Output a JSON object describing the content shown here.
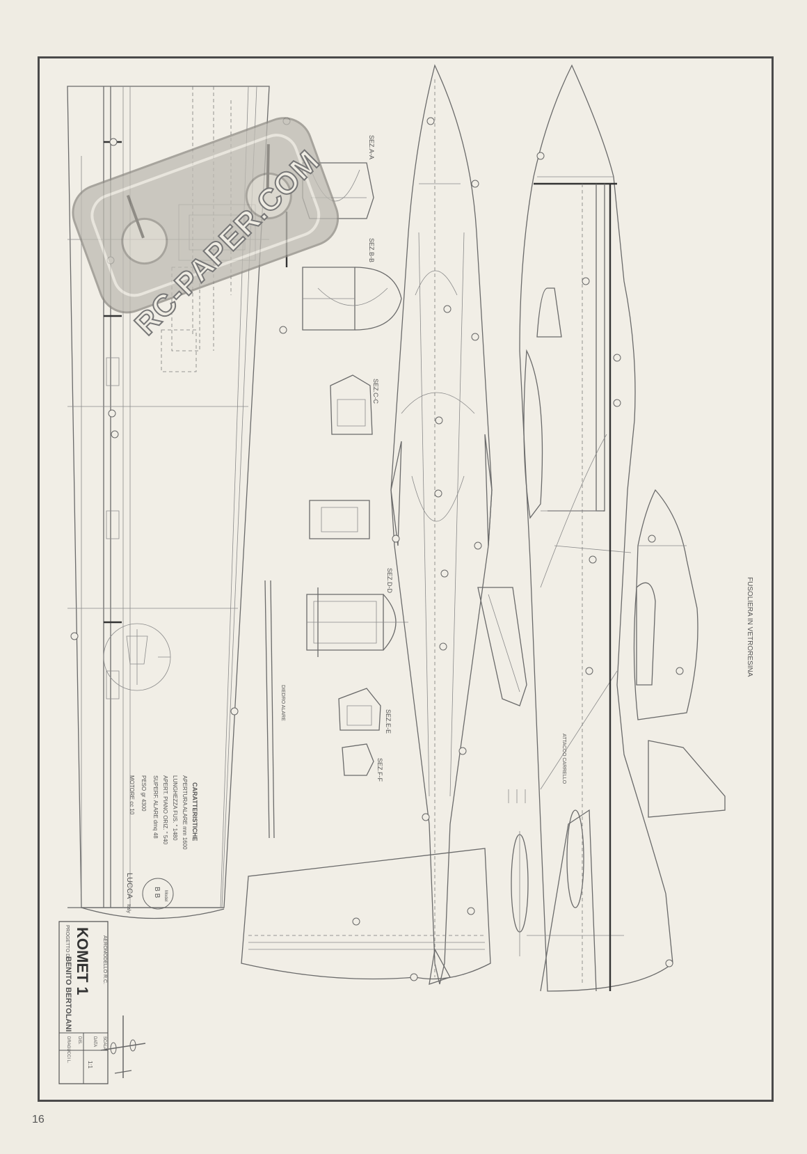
{
  "page_number": "16",
  "title_block": {
    "label_top": "AEROMODELLO R.C.",
    "model_name": "KOMET 1",
    "designer_prefix": "PROGETTO DI",
    "designer_name": "BENITO BERTOLANI",
    "scale_label": "SCALA",
    "data_label": "DATA",
    "data_value": "1:1",
    "drawn_label": "DIS.",
    "drawn_value": "DRAGUCCI L.",
    "location": "LUCCA",
    "country": "Italy",
    "brand_letters": "B B",
    "brand_word": "Model"
  },
  "characteristics": {
    "heading": "CARATTERISTICHE",
    "rows": [
      "APERTURA ALARE mm 1600",
      "LUNGHEZZA FUS. \" 1480",
      "APERT. PIANO ORIZ. \" 540",
      "SUPERF. ALARE dmq 48",
      "PESO gr 4300",
      "MOTORE cc 10"
    ]
  },
  "sections": [
    "SEZ.A-A",
    "SEZ.B-B",
    "SEZ.C-C",
    "SEZ.D-D",
    "SEZ.E-E",
    "SEZ.F-F"
  ],
  "labels": {
    "fuselage_note": "FUSOLIERA IN VETRORESINA",
    "wing_tip": "DIEDRO ALARE",
    "carrier": "ATTACCO CARRELLO"
  },
  "watermark": "RC-PAPER.COM"
}
